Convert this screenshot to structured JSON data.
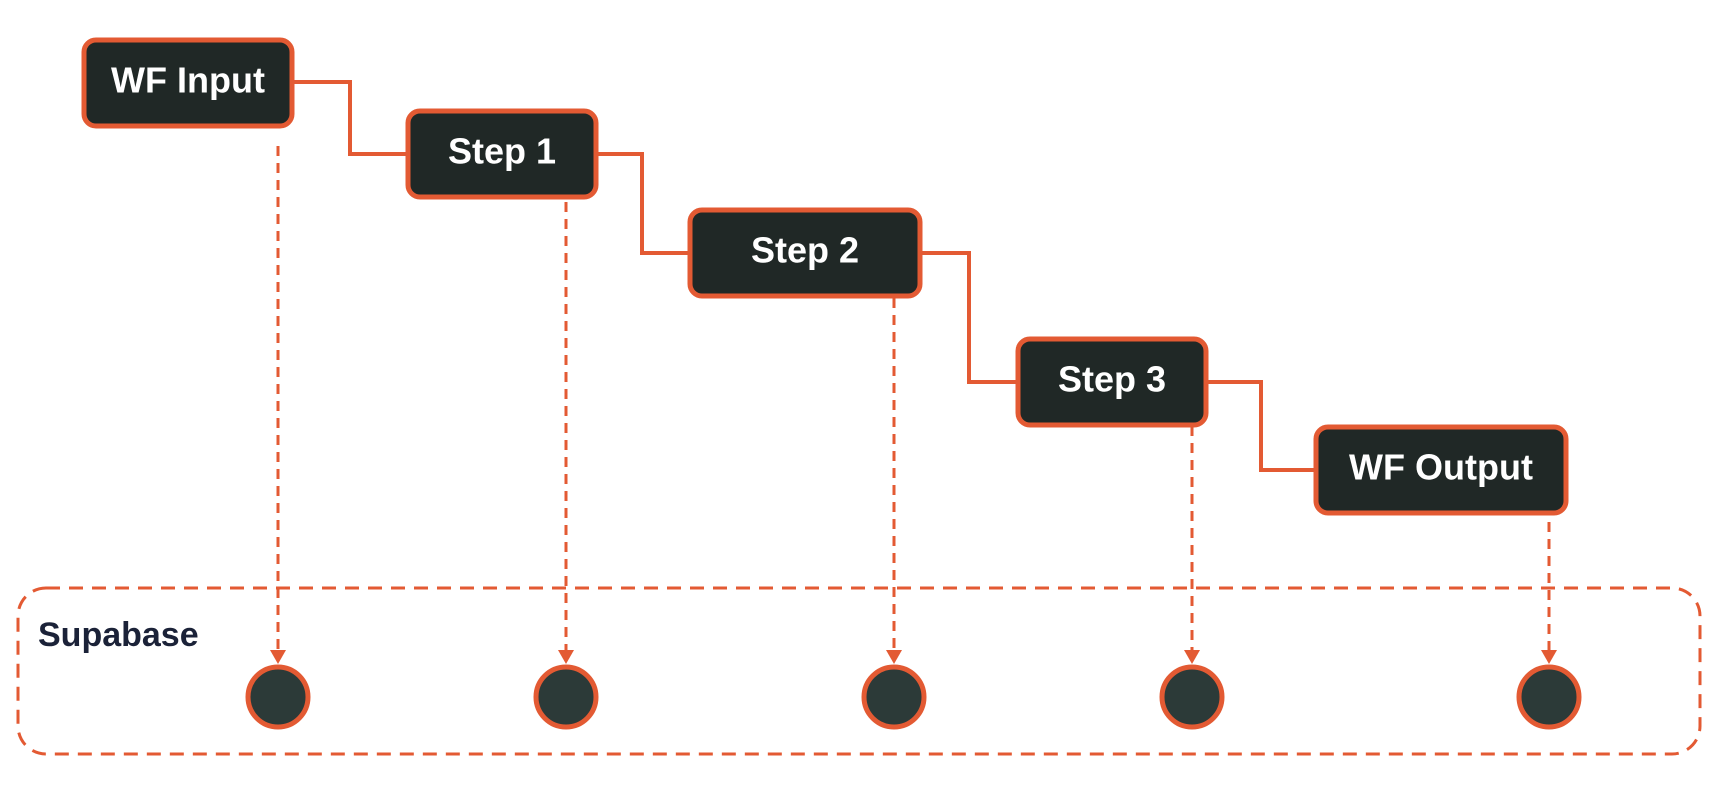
{
  "nodes": [
    {
      "id": "wf-input",
      "label": "WF Input"
    },
    {
      "id": "step-1",
      "label": "Step 1"
    },
    {
      "id": "step-2",
      "label": "Step 2"
    },
    {
      "id": "step-3",
      "label": "Step 3"
    },
    {
      "id": "wf-output",
      "label": "WF Output"
    }
  ],
  "container": {
    "label": "Supabase"
  },
  "colors": {
    "accent": "#e35a33",
    "node_fill": "#202826",
    "circle_fill": "#2c3a38",
    "label_text": "#ffffff",
    "container_text": "#1b2238"
  }
}
